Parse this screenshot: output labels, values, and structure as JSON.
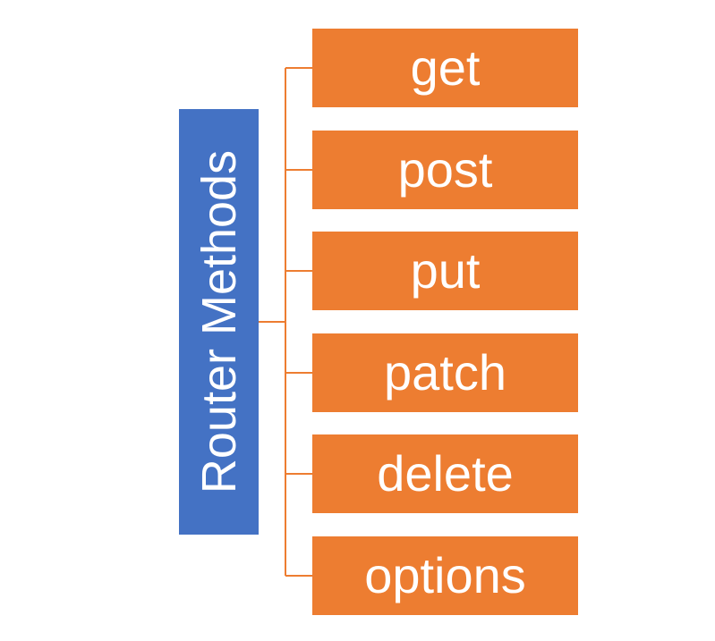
{
  "root": {
    "label": "Router Methods"
  },
  "methods": [
    {
      "label": "get"
    },
    {
      "label": "post"
    },
    {
      "label": "put"
    },
    {
      "label": "patch"
    },
    {
      "label": "delete"
    },
    {
      "label": "options"
    }
  ],
  "colors": {
    "root_fill": "#4472C4",
    "method_fill": "#ED7D31",
    "connector": "#ED7D31",
    "text": "#FFFFFF",
    "background": "#FFFFFF"
  }
}
